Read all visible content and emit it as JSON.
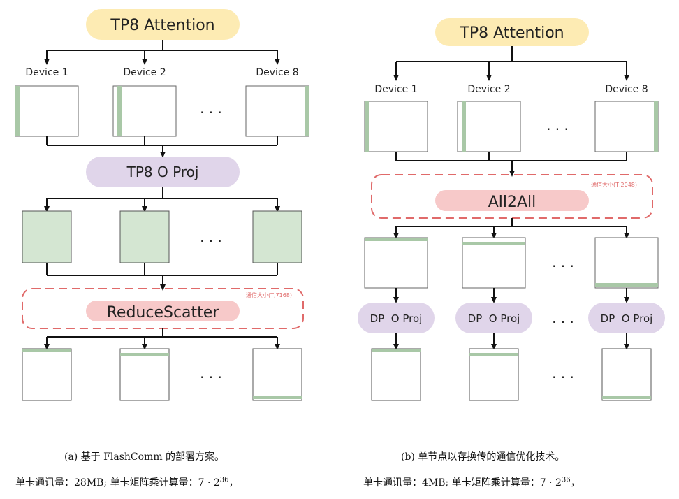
{
  "panel_a": {
    "top_label": "TP8 Attention",
    "devices": [
      "Device 1",
      "Device 2",
      "Device 8"
    ],
    "ellipsis": "· · ·",
    "mid_label": "TP8 O Proj",
    "comm_label": "ReduceScatter",
    "comm_note": "通信大小(T,7168)",
    "caption": "(a) 基于 FlashComm 的部署方案。",
    "stat_prefix": "单卡通讯量：28MB; 单卡矩阵乘计算量：7 · 2",
    "stat_exp": "36",
    "stat_suffix": "，"
  },
  "panel_b": {
    "top_label": "TP8 Attention",
    "devices": [
      "Device 1",
      "Device 2",
      "Device 8"
    ],
    "ellipsis": "· · ·",
    "comm_label": "All2All",
    "comm_note": "通信大小(T,2048)",
    "dp_labels": [
      "DP  O Proj",
      "DP  O Proj",
      "DP  O Proj"
    ],
    "caption": "(b) 单节点以存换传的通信优化技术。",
    "stat_prefix": "单卡通讯量：4MB; 单卡矩阵乘计算量：7 · 2",
    "stat_exp": "36",
    "stat_suffix": "，"
  },
  "colors": {
    "yellow_pill": "#fdebb3",
    "purple_pill": "#e0d5ea",
    "pink_pill": "#f7c9c9",
    "green_fill": "#d4e6d2",
    "green_stripe": "#a9c8a7",
    "dash_red": "#e06a6a",
    "line": "#111111"
  }
}
